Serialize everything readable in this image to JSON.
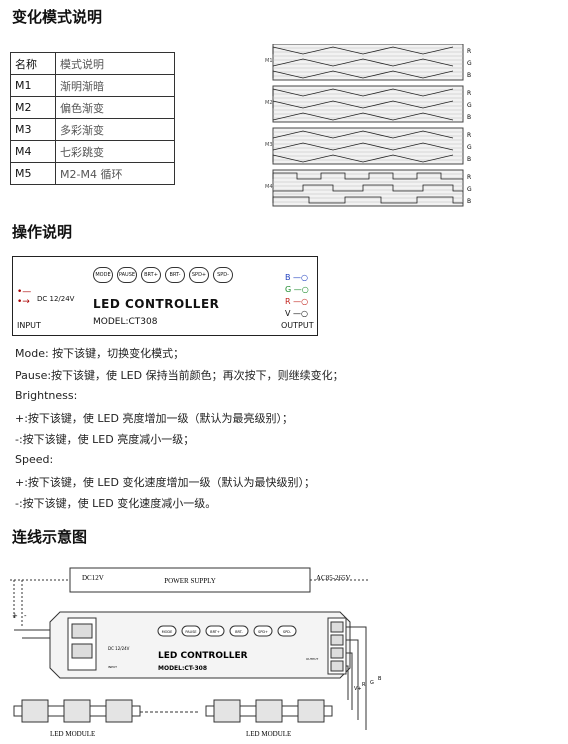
{
  "headings": {
    "modes": "变化模式说明",
    "operation": "操作说明",
    "wiring": "连线示意图"
  },
  "mode_table": [
    {
      "name": "名称",
      "desc": "模式说明"
    },
    {
      "name": "M1",
      "desc": "渐明渐暗"
    },
    {
      "name": "M2",
      "desc": "偏色渐变"
    },
    {
      "name": "M3",
      "desc": "多彩渐变"
    },
    {
      "name": "M4",
      "desc": "七彩跳变"
    },
    {
      "name": "M5",
      "desc": "M2-M4 循环"
    }
  ],
  "wave_panels": [
    {
      "label": "M1",
      "channels": [
        "R",
        "G",
        "B"
      ]
    },
    {
      "label": "M2",
      "channels": [
        "R",
        "G",
        "B"
      ]
    },
    {
      "label": "M3",
      "channels": [
        "R",
        "G",
        "B"
      ]
    },
    {
      "label": "M4",
      "channels": [
        "R",
        "G",
        "B"
      ]
    }
  ],
  "controller": {
    "buttons": [
      "MODE",
      "PAUSE",
      "BRT+",
      "BRT-",
      "SPD+",
      "SPD-"
    ],
    "title": "LED CONTROLLER",
    "model": "MODEL:CT308",
    "dc": "DC 12/24V",
    "input": "INPUT",
    "output": "OUTPUT",
    "channels": [
      "B",
      "G",
      "R",
      "V"
    ],
    "channel_colors": [
      "#1f3fbf",
      "#1a8a2a",
      "#c0201a",
      "#111111"
    ]
  },
  "operations": [
    "Mode: 按下该键，切换变化模式；",
    "Pause:按下该键，使 LED 保持当前颜色；再次按下，则继续变化；",
    "Brightness:",
    "+:按下该键，使 LED 亮度增加一级（默认为最亮级别）；",
    "-:按下该键，使 LED 亮度减小一级；",
    "Speed:",
    "+:按下该键，使 LED 变化速度增加一级（默认为最快级别）；",
    "-:按下该键，使 LED 变化速度减小一级。"
  ],
  "wiring": {
    "dc": "DC12V",
    "power_supply": "POWER SUPPLY",
    "ac": "AC85-265V",
    "plus": "+",
    "minus": "-",
    "controller_title": "LED CONTROLLER",
    "controller_model": "MODEL:CT-308",
    "controller_dc": "DC 12/24V",
    "input": "INPUT",
    "output": "OUTPUT",
    "buttons": [
      "MODE",
      "PAUSE",
      "BRT+",
      "BRT-",
      "SPD+",
      "SPD-"
    ],
    "wire_labels": [
      "V+",
      "R",
      "G",
      "B"
    ],
    "module_left": "LED MODULE",
    "module_right": "LED MODULE"
  }
}
